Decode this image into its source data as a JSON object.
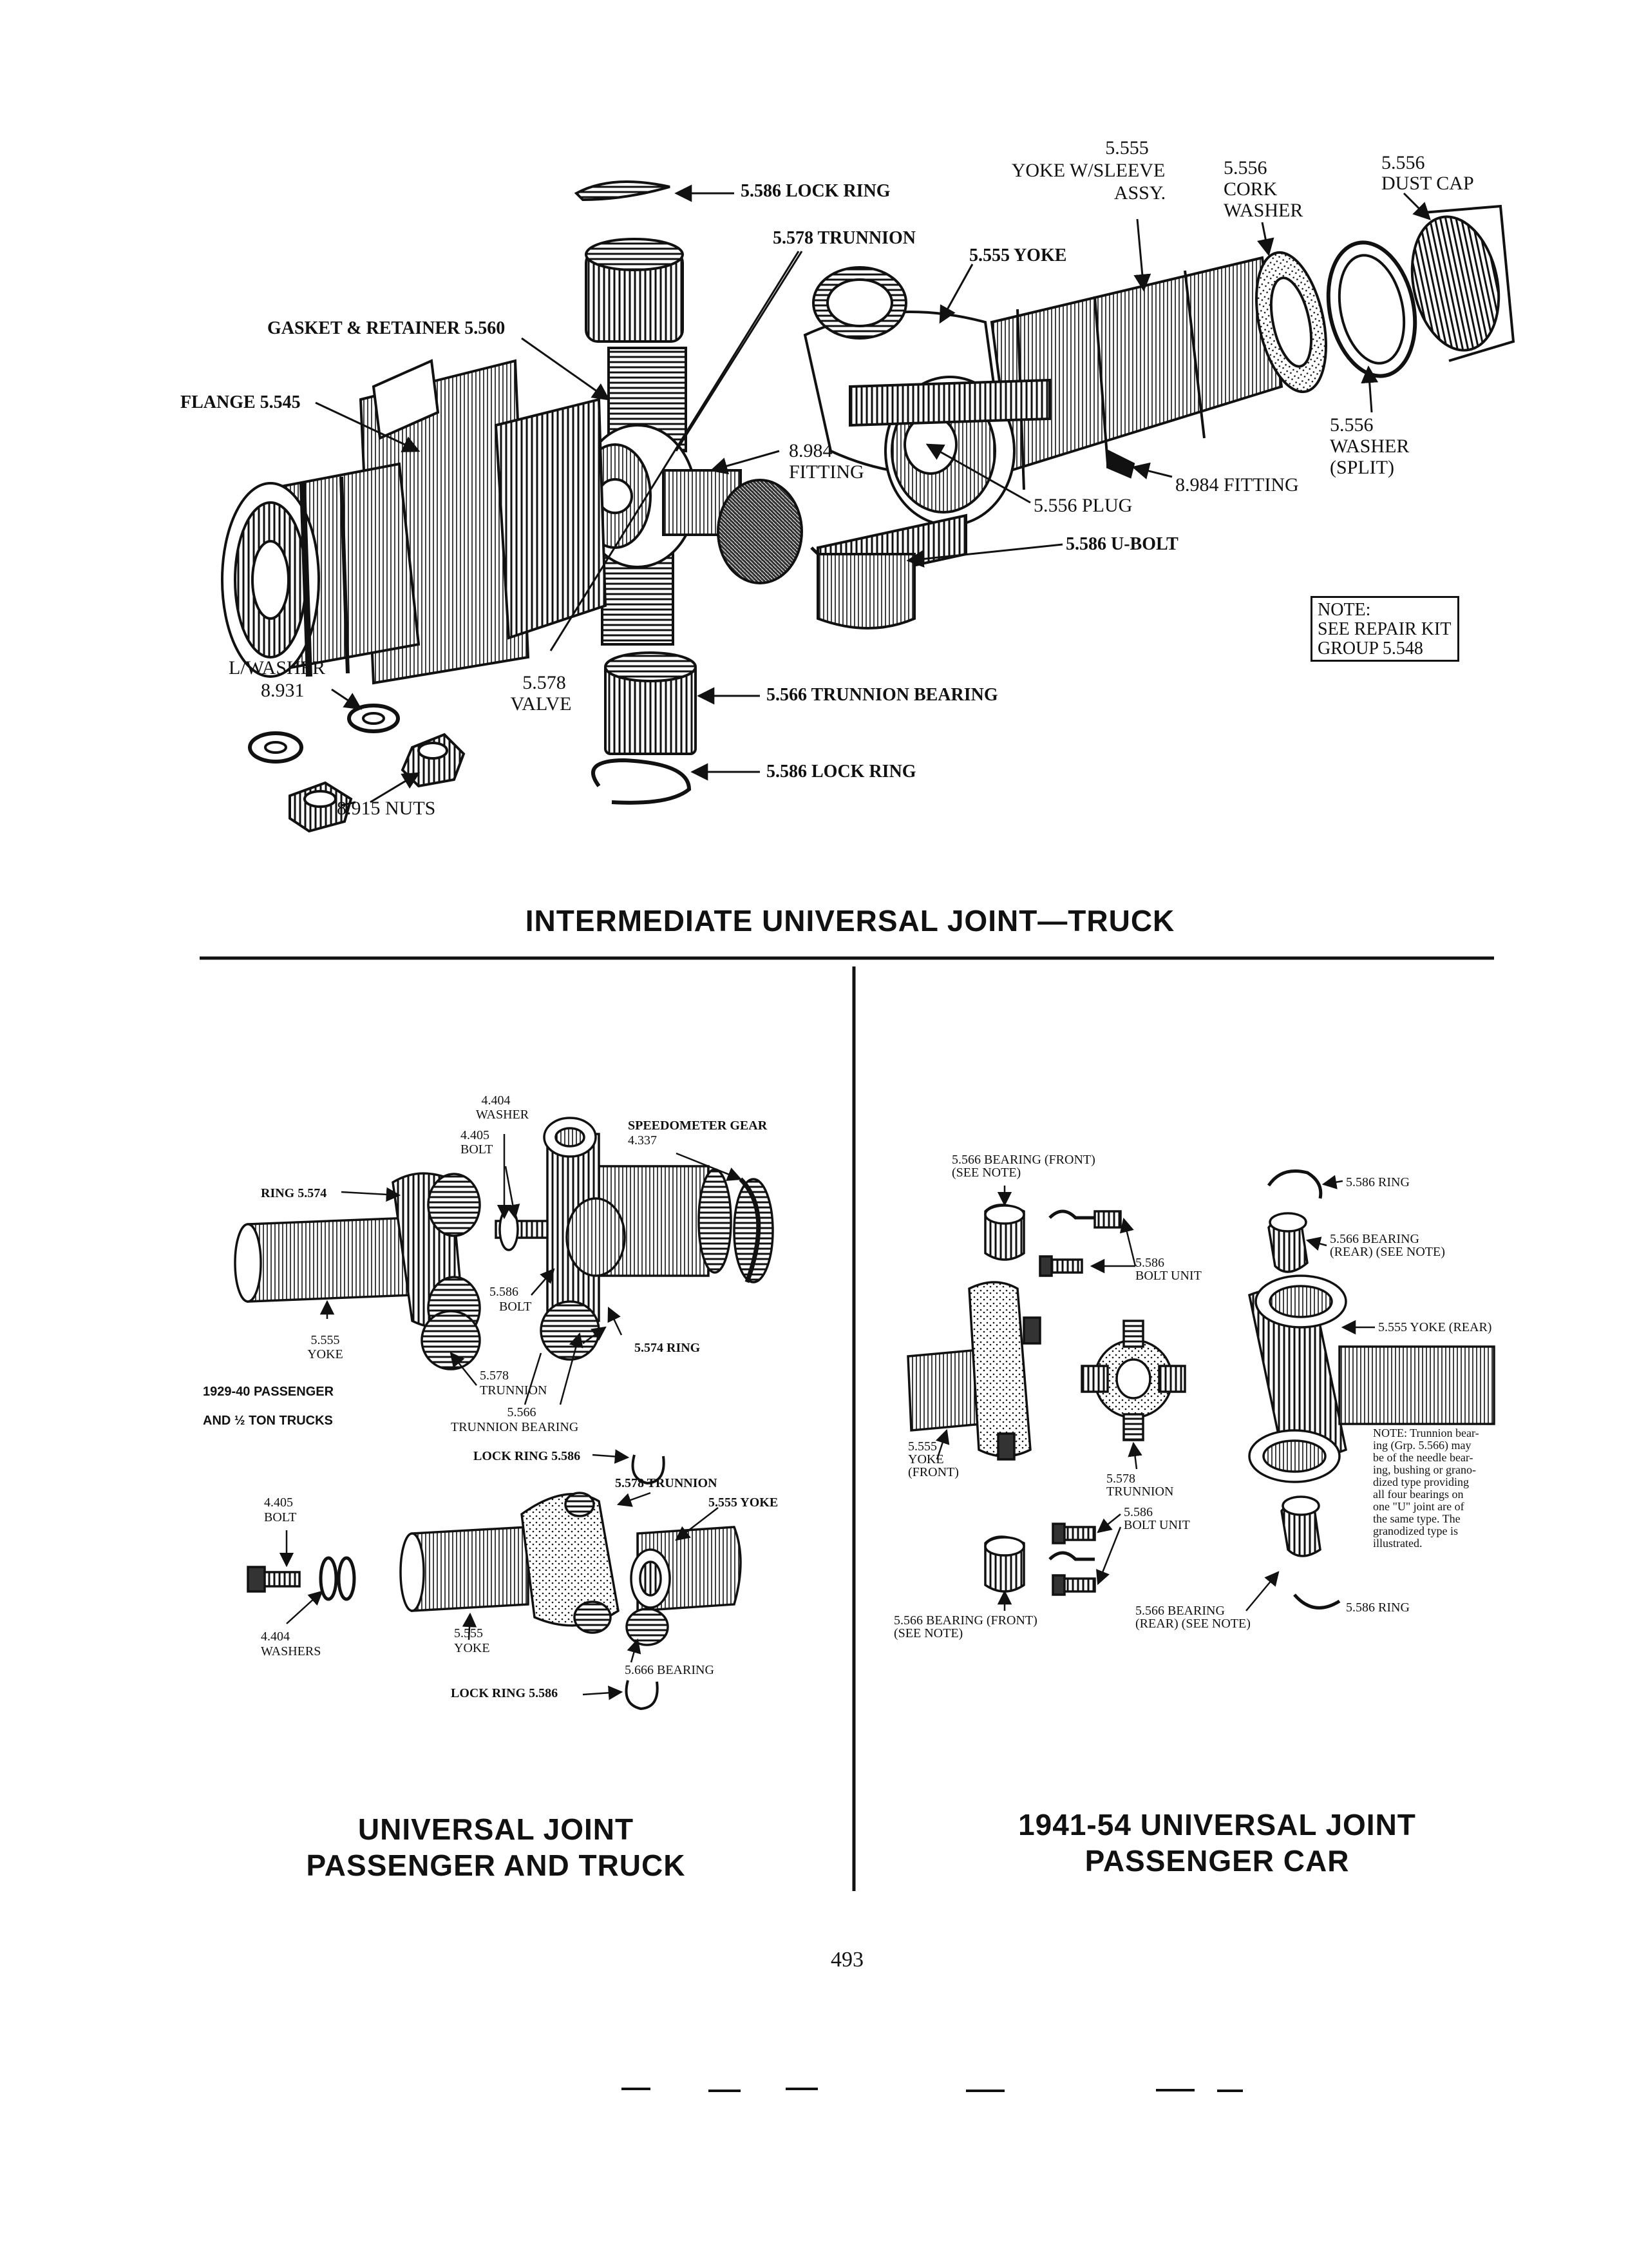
{
  "top": {
    "title": "INTERMEDIATE UNIVERSAL JOINT—TRUCK",
    "labels": {
      "lock_ring_top": "5.586 LOCK RING",
      "trunnion": "5.578 TRUNNION",
      "yoke_sleeve_1": "5.555",
      "yoke_sleeve_2": "YOKE W/SLEEVE",
      "yoke_sleeve_3": "ASSY.",
      "yoke": "5.555 YOKE",
      "cork_1": "5.556",
      "cork_2": "CORK",
      "cork_3": "WASHER",
      "dust_1": "5.556",
      "dust_2": "DUST CAP",
      "gasket": "GASKET & RETAINER 5.560",
      "flange": "FLANGE 5.545",
      "fitting_mid_1": "8.984",
      "fitting_mid_2": "FITTING",
      "plug": "5.556 PLUG",
      "fitting_right": "8.984 FITTING",
      "washer_split_1": "5.556",
      "washer_split_2": "WASHER",
      "washer_split_3": "(SPLIT)",
      "ubolt": "5.586 U-BOLT",
      "lwasher_1": "L/WASHER",
      "lwasher_2": "8.931",
      "valve_1": "5.578",
      "valve_2": "VALVE",
      "trunnion_bearing": "5.566 TRUNNION BEARING",
      "lock_ring_bottom": "5.586 LOCK RING",
      "nuts": "8.915 NUTS"
    },
    "note": [
      "NOTE:",
      "SEE REPAIR KIT",
      "GROUP 5.548"
    ]
  },
  "left": {
    "caption_1": "UNIVERSAL JOINT",
    "caption_2": "PASSENGER AND TRUCK",
    "labels": {
      "washer_1": "4.404",
      "washer_2": "WASHER",
      "bolt_1": "4.405",
      "bolt_2": "BOLT",
      "speedo_1": "SPEEDOMETER GEAR",
      "speedo_2": "4.337",
      "ring": "RING 5.574",
      "bolt586_1": "5.586",
      "bolt586_2": "BOLT",
      "yoke_1": "5.555",
      "yoke_2": "YOKE",
      "ring574": "5.574 RING",
      "trunnion_1": "5.578",
      "trunnion_2": "TRUNNION",
      "years_1": "1929-40 PASSENGER",
      "years_2": "AND ½ TON TRUCKS",
      "tbearing_1": "5.566",
      "tbearing_2": "TRUNNION BEARING",
      "lockring_a": "LOCK RING 5.586",
      "trunnion2": "5.578 TRUNNION",
      "bolt2_1": "4.405",
      "bolt2_2": "BOLT",
      "yoke2": "5.555 YOKE",
      "washers_1": "4.404",
      "washers_2": "WASHERS",
      "yoke3_1": "5.555",
      "yoke3_2": "YOKE",
      "bearing": "5.666 BEARING",
      "lockring_b": "LOCK RING 5.586"
    }
  },
  "right": {
    "caption_1": "1941-54 UNIVERSAL JOINT",
    "caption_2": "PASSENGER CAR",
    "labels": {
      "bearing_front_1": "5.566 BEARING (FRONT)",
      "bearing_front_2": "(SEE NOTE)",
      "ring_top": "5.586 RING",
      "bearing_rear_1": "5.566 BEARING",
      "bearing_rear_2": "(REAR) (SEE NOTE)",
      "bolt_unit_1": "5.586",
      "bolt_unit_2": "BOLT UNIT",
      "yoke_rear": "5.555 YOKE (REAR)",
      "yoke_front_1": "5.555",
      "yoke_front_2": "YOKE",
      "yoke_front_3": "(FRONT)",
      "trunnion_1": "5.578",
      "trunnion_2": "TRUNNION",
      "bolt_unit2_1": "5.586",
      "bolt_unit2_2": "BOLT UNIT",
      "bearing_front2_1": "5.566 BEARING (FRONT)",
      "bearing_front2_2": "(SEE NOTE)",
      "bearing_rear2_1": "5.566 BEARING",
      "bearing_rear2_2": "(REAR) (SEE NOTE)",
      "ring_bottom": "5.586 RING"
    },
    "note": [
      "NOTE: Trunnion bear-",
      "ing (Grp. 5.566) may",
      "be of the needle bear-",
      "ing, bushing or grano-",
      "dized type providing",
      "all four bearings on",
      "one \"U\" joint are of",
      "the same type. The",
      "granodized type is",
      "illustrated."
    ]
  },
  "page_number": "493"
}
